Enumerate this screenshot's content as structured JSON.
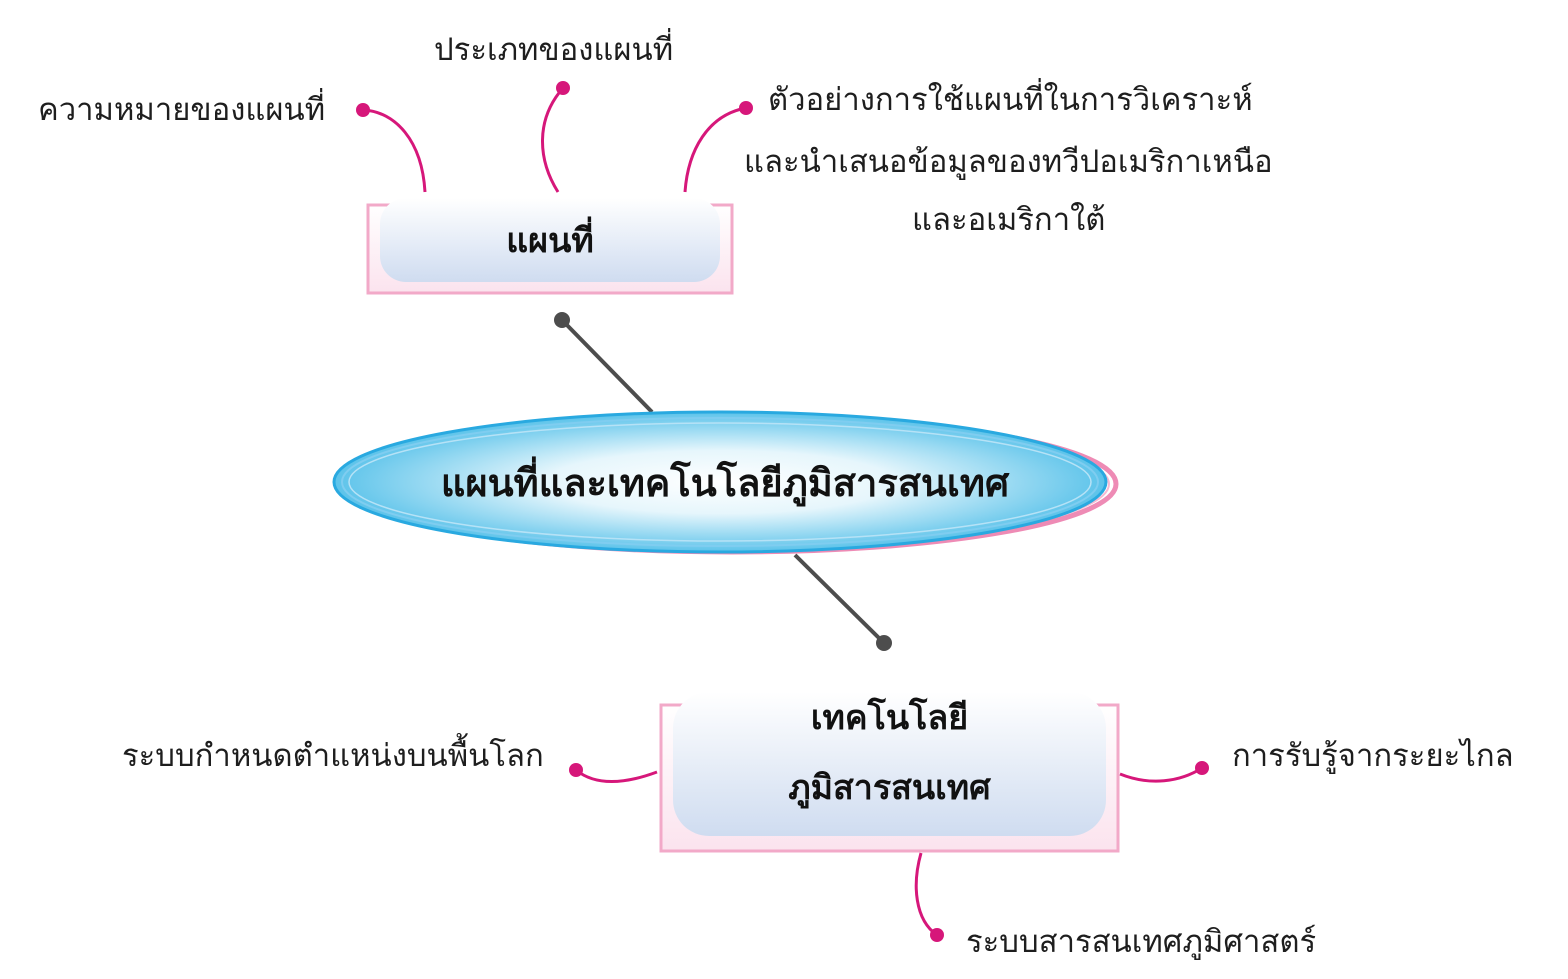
{
  "center": {
    "title": "แผนที่และเทคโนโลยีภูมิสารสนเทศ"
  },
  "maps_node": {
    "title": "แผนที่",
    "branches": {
      "meaning": "ความหมายของแผนที่",
      "types": "ประเภทของแผนที่",
      "example_line1": "ตัวอย่างการใช้แผนที่ในการวิเคราะห์",
      "example_line2": "และนำเสนอข้อมูลของทวีปอเมริกาเหนือ",
      "example_line3": "และอเมริกาใต้"
    }
  },
  "tech_node": {
    "title_line1": "เทคโนโลยี",
    "title_line2": "ภูมิสารสนเทศ",
    "branches": {
      "gps": "ระบบกำหนดตำแหน่งบนพื้นโลก",
      "remote_sensing": "การรับรู้จากระยะไกล",
      "gis": "ระบบสารสนเทศภูมิศาสตร์"
    }
  },
  "colors": {
    "branch_line": "#d6177a",
    "connector": "#4d4d4d",
    "box_border": "#f2a9c8",
    "box_fill_top": "#ffffff",
    "box_fill_bottom": "#cfdcf0",
    "ellipse_blue": "#29a9e0",
    "ellipse_pink": "#ee8bb5"
  }
}
